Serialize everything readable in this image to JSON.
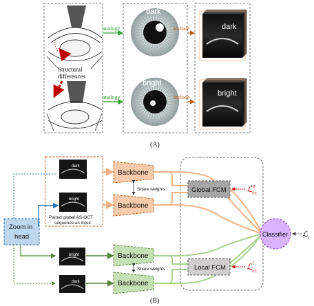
{
  "panel_a": {
    "label": "(A)",
    "structural_line1": "Structural",
    "structural_line2": "differences",
    "analogy_top": "analogy",
    "analogy_bottom": "analogy",
    "include_top": "include",
    "include_bottom": "include",
    "eye_top": "dark",
    "eye_bottom": "bright",
    "oct_top": "dark",
    "oct_bottom": "bright"
  },
  "panel_b": {
    "label": "(B)",
    "thumb_dark": "dark",
    "thumb_bright": "bright",
    "local_bright": "bright",
    "local_dark": "dark",
    "input_caption_1": "Paired global AS-OCT",
    "input_caption_2": "sequence as input",
    "zoom_line1": "Zoom in",
    "zoom_line2": "head",
    "backbones": [
      "Backbone",
      "Backbone",
      "Backbone",
      "Backbone"
    ],
    "share_top": "Share weights",
    "share_bottom": "Share weights",
    "global_fcm": "Global FCM",
    "local_fcm": "Local FCM",
    "loss_global_main": "ℒ",
    "loss_global_sup": "g",
    "loss_global_sub": "FC",
    "loss_local_main": "ℒ",
    "loss_local_sup": "l",
    "loss_local_sub": "FC",
    "classifier": "Classifier",
    "loss_c_main": "ℒ",
    "loss_c_sub": "c"
  },
  "colors": {
    "orange": "#f4b183",
    "orange_dark": "#c55a11",
    "green": "#a9d18e",
    "green_dark": "#548235",
    "blue": "#bdd7ee",
    "blue_dark": "#2e75b6",
    "gray_box": "#a6a6a6",
    "purple": "#d9b3ff",
    "purple_dark": "#9b4dca",
    "loss_red": "#c00000",
    "analogy_green": "#2ca02c",
    "include_orange": "#c55a11"
  }
}
